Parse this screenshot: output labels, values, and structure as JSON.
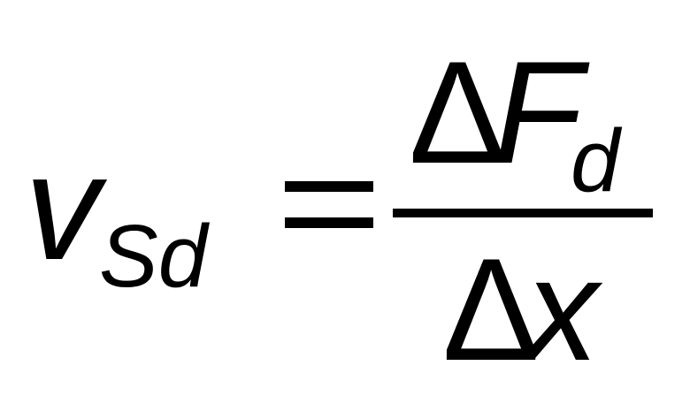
{
  "formula": {
    "lhs": {
      "symbol": "v",
      "subscript": "Sd"
    },
    "equals": "=",
    "numerator": {
      "delta": "Δ",
      "symbol": "F",
      "subscript": "d"
    },
    "denominator": {
      "delta": "Δ",
      "symbol": "x"
    }
  }
}
